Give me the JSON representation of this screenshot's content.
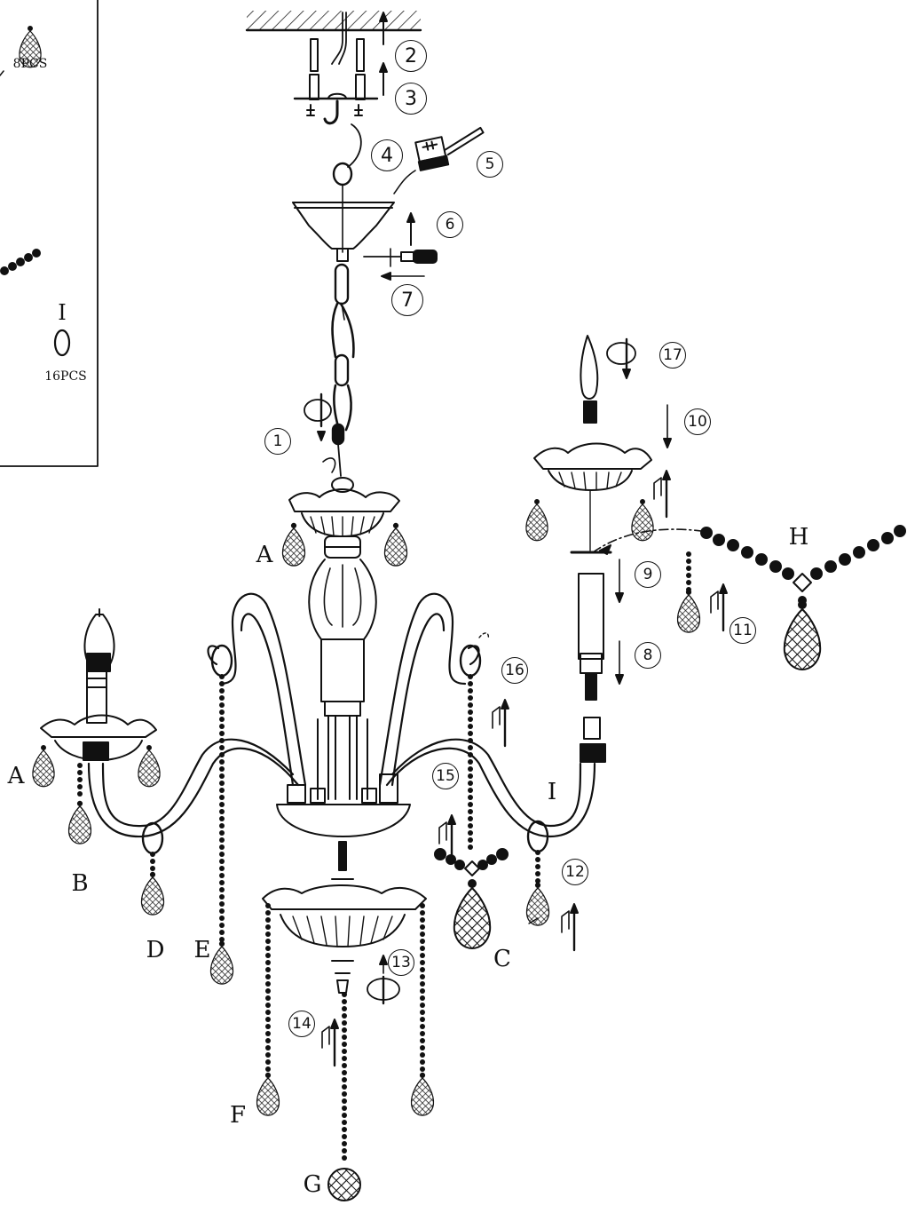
{
  "parts_panel": {
    "items": [
      {
        "quantity": "8PCS"
      },
      {
        "letter": "I",
        "quantity": "16PCS"
      }
    ]
  },
  "part_labels": [
    "A",
    "A",
    "B",
    "C",
    "D",
    "E",
    "F",
    "G",
    "H",
    "I"
  ],
  "steps": [
    "1",
    "2",
    "3",
    "4",
    "5",
    "6",
    "7",
    "8",
    "9",
    "10",
    "11",
    "12",
    "13",
    "14",
    "15",
    "16",
    "17"
  ]
}
